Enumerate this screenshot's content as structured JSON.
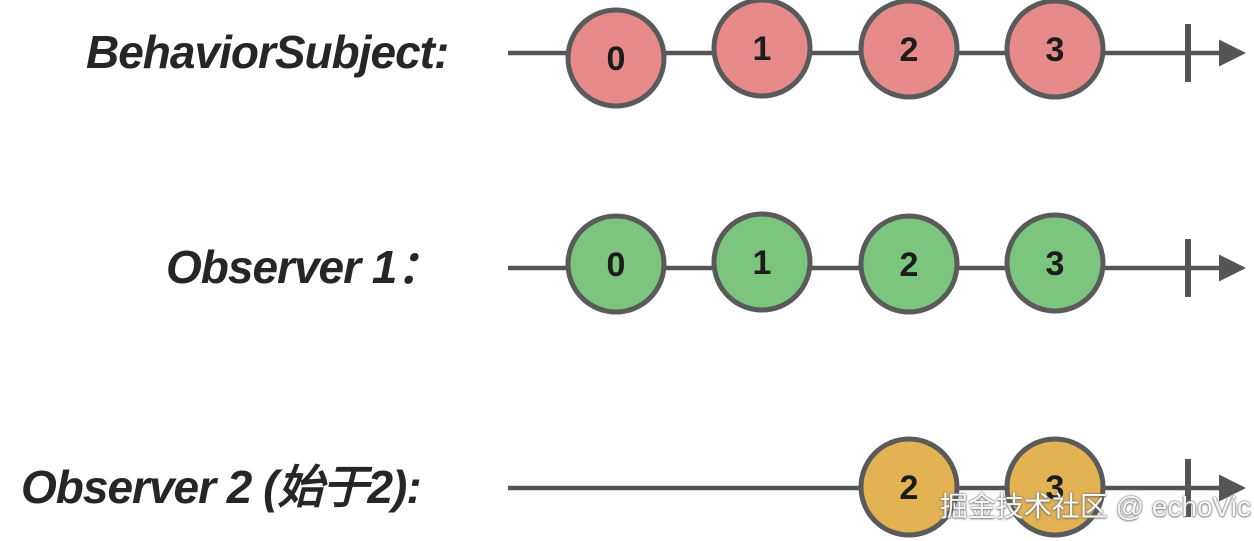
{
  "page": {
    "background": "#ffffff"
  },
  "watermark": {
    "text": "掘金技术社区 @ echoVic",
    "color": "#ffffff"
  },
  "diagram": {
    "type": "marble-timeline",
    "line_color": "#555555",
    "circle_stroke_color": "#5a5a5a",
    "label_color": "#262626",
    "value_color": "#1c1c1c",
    "rows": [
      {
        "id": "behavior-subject",
        "label": "BehaviorSubject:",
        "fill": "#e68a8a",
        "completed": true,
        "events": [
          {
            "value": "0",
            "col": 0
          },
          {
            "value": "1",
            "col": 1
          },
          {
            "value": "2",
            "col": 2
          },
          {
            "value": "3",
            "col": 3
          }
        ]
      },
      {
        "id": "observer-1",
        "label": "Observer 1：",
        "fill": "#7cc57f",
        "completed": true,
        "events": [
          {
            "value": "0",
            "col": 0
          },
          {
            "value": "1",
            "col": 1
          },
          {
            "value": "2",
            "col": 2
          },
          {
            "value": "3",
            "col": 3
          }
        ]
      },
      {
        "id": "observer-2",
        "label": "Observer 2 (始于2):",
        "fill": "#e2b253",
        "completed": true,
        "events": [
          {
            "value": "2",
            "col": 2
          },
          {
            "value": "3",
            "col": 3
          }
        ]
      }
    ]
  }
}
